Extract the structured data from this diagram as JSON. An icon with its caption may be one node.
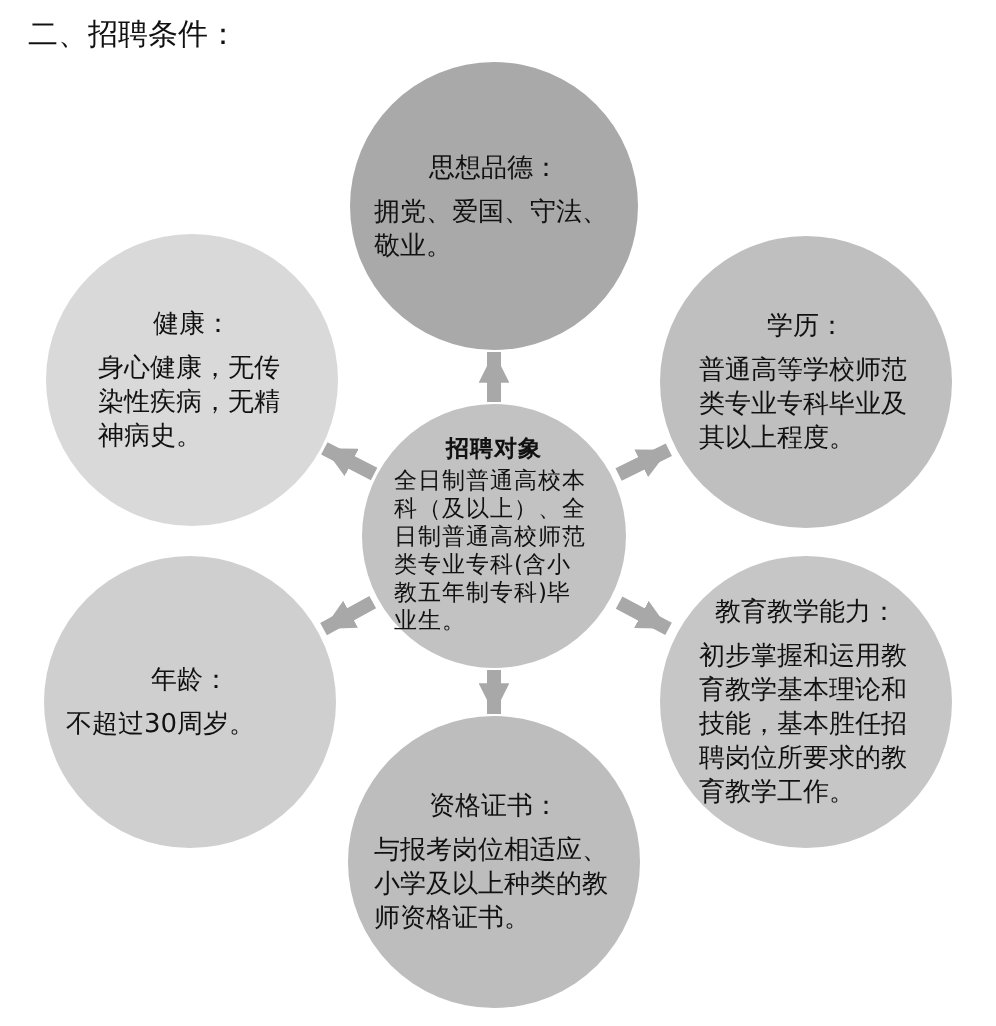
{
  "diagram": {
    "title": "二、招聘条件：",
    "nodes": [
      {
        "text": [
          "招聘对象",
          "全日制普通高校本科（及以上）、全日制普通高校师范类专业专科(含小教五年制专科)毕业生。"
        ]
      },
      {
        "text": [
          "思想品德：",
          "拥党、爱国、守法、敬业。"
        ]
      },
      {
        "text": [
          "健康：",
          "身心健康，无传染性疾病，无精神病史。"
        ]
      },
      {
        "text": [
          "学历：",
          "普通高等学校师范类专业专科毕业及其以上程度。"
        ]
      },
      {
        "text": [
          "年龄：",
          "不超过30周岁。"
        ]
      },
      {
        "text": [
          "教育教学能力：",
          "初步掌握和运用教育教学基本理论和技能，基本胜任招聘岗位所要求的教育教学工作。"
        ]
      },
      {
        "text": [
          "资格证书：",
          "与报考岗位相适应、小学及以上种类的教师资格证书。"
        ]
      }
    ],
    "edges": [
      {
        "from": 0,
        "to": 1,
        "arrow": "to"
      },
      {
        "from": 0,
        "to": 2,
        "arrow": "to"
      },
      {
        "from": 0,
        "to": 3,
        "arrow": "to"
      },
      {
        "from": 0,
        "to": 4,
        "arrow": "to"
      },
      {
        "from": 0,
        "to": 5,
        "arrow": "to"
      },
      {
        "from": 0,
        "to": 6,
        "arrow": "to"
      }
    ]
  }
}
